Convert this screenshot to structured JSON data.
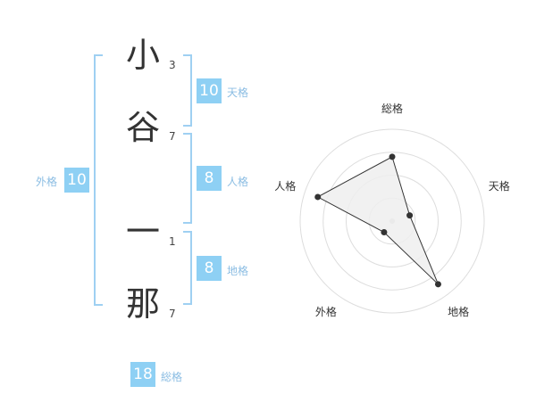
{
  "name": {
    "chars": [
      {
        "char": "小",
        "strokes": "3"
      },
      {
        "char": "谷",
        "strokes": "7"
      },
      {
        "char": "一",
        "strokes": "1"
      },
      {
        "char": "那",
        "strokes": "7"
      }
    ]
  },
  "kakusu": {
    "tenkaku": {
      "value": "10",
      "label": "天格"
    },
    "jinkaku": {
      "value": "8",
      "label": "人格"
    },
    "chikaku": {
      "value": "8",
      "label": "地格"
    },
    "gaikaku": {
      "value": "10",
      "label": "外格"
    },
    "soukaku": {
      "value": "18",
      "label": "総格"
    }
  },
  "chart_data": {
    "type": "radar",
    "axes": [
      "総格",
      "天格",
      "地格",
      "外格",
      "人格"
    ],
    "values": [
      0.7,
      0.2,
      0.85,
      0.15,
      0.85
    ],
    "grid_levels": 4,
    "colors": {
      "fill": "#efefef",
      "line": "#333333",
      "grid": "#dddddd",
      "point": "#333333"
    }
  }
}
